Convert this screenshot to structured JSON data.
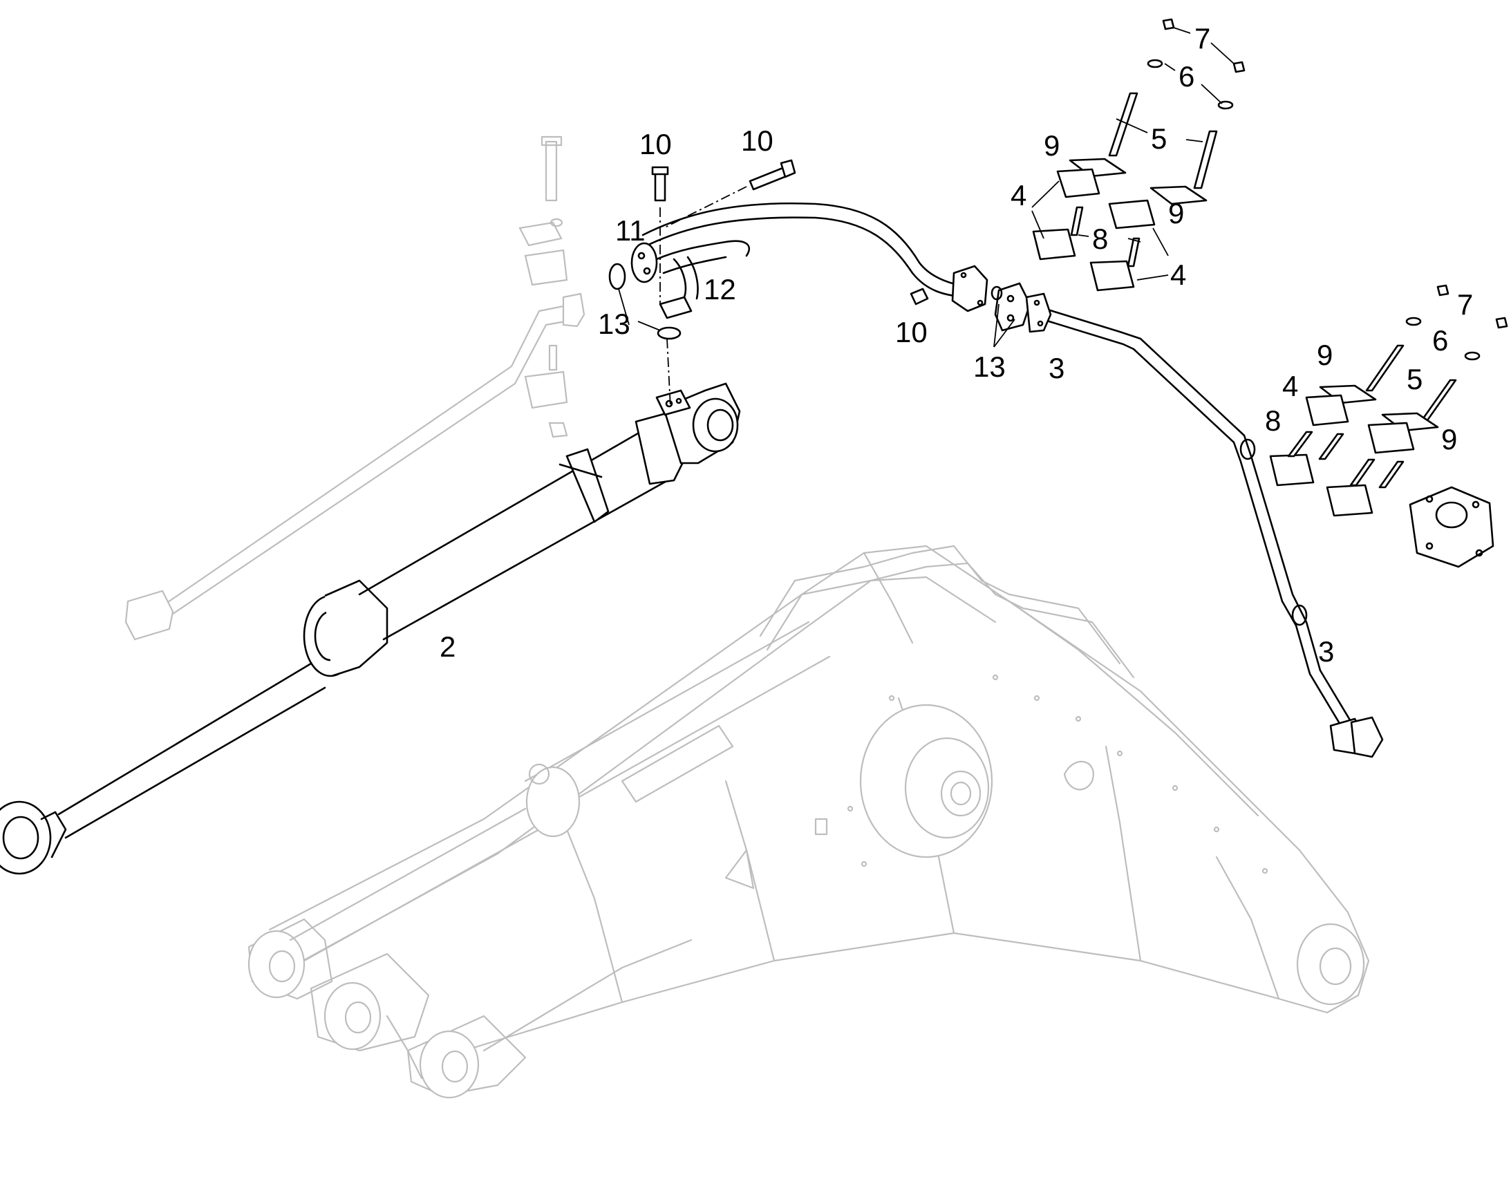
{
  "callouts": [
    {
      "id": "c-7a",
      "label": "7"
    },
    {
      "id": "c-6a",
      "label": "6"
    },
    {
      "id": "c-5a",
      "label": "5"
    },
    {
      "id": "c-9a",
      "label": "9"
    },
    {
      "id": "c-4a",
      "label": "4"
    },
    {
      "id": "c-8a",
      "label": "8"
    },
    {
      "id": "c-9b",
      "label": "9"
    },
    {
      "id": "c-4b",
      "label": "4"
    },
    {
      "id": "c-10a",
      "label": "10"
    },
    {
      "id": "c-10b",
      "label": "10"
    },
    {
      "id": "c-11",
      "label": "11"
    },
    {
      "id": "c-12",
      "label": "12"
    },
    {
      "id": "c-13a",
      "label": "13"
    },
    {
      "id": "c-10c",
      "label": "10"
    },
    {
      "id": "c-13b",
      "label": "13"
    },
    {
      "id": "c-3a",
      "label": "3"
    },
    {
      "id": "c-7b",
      "label": "7"
    },
    {
      "id": "c-6b",
      "label": "6"
    },
    {
      "id": "c-9c",
      "label": "9"
    },
    {
      "id": "c-5b",
      "label": "5"
    },
    {
      "id": "c-4c",
      "label": "4"
    },
    {
      "id": "c-8b",
      "label": "8"
    },
    {
      "id": "c-9d",
      "label": "9"
    },
    {
      "id": "c-2",
      "label": "2"
    },
    {
      "id": "c-3b",
      "label": "3"
    }
  ]
}
